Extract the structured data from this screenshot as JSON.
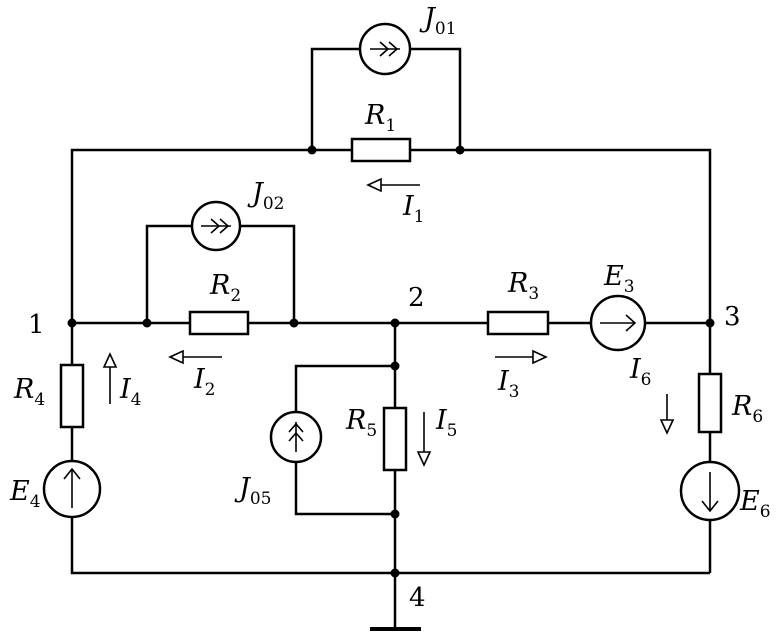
{
  "nodes": {
    "n1": "1",
    "n2": "2",
    "n3": "3",
    "n4": "4"
  },
  "labels": {
    "J01": {
      "letter": "J",
      "sub": "01"
    },
    "J02": {
      "letter": "J",
      "sub": "02"
    },
    "J05": {
      "letter": "J",
      "sub": "05"
    },
    "R1": {
      "letter": "R",
      "sub": "1"
    },
    "R2": {
      "letter": "R",
      "sub": "2"
    },
    "R3": {
      "letter": "R",
      "sub": "3"
    },
    "R4": {
      "letter": "R",
      "sub": "4"
    },
    "R5": {
      "letter": "R",
      "sub": "5"
    },
    "R6": {
      "letter": "R",
      "sub": "6"
    },
    "E3": {
      "letter": "E",
      "sub": "3"
    },
    "E4": {
      "letter": "E",
      "sub": "4"
    },
    "E6": {
      "letter": "E",
      "sub": "6"
    },
    "I1": {
      "letter": "I",
      "sub": "1"
    },
    "I2": {
      "letter": "I",
      "sub": "2"
    },
    "I3": {
      "letter": "I",
      "sub": "3"
    },
    "I4": {
      "letter": "I",
      "sub": "4"
    },
    "I5": {
      "letter": "I",
      "sub": "5"
    },
    "I6": {
      "letter": "I",
      "sub": "6"
    }
  }
}
